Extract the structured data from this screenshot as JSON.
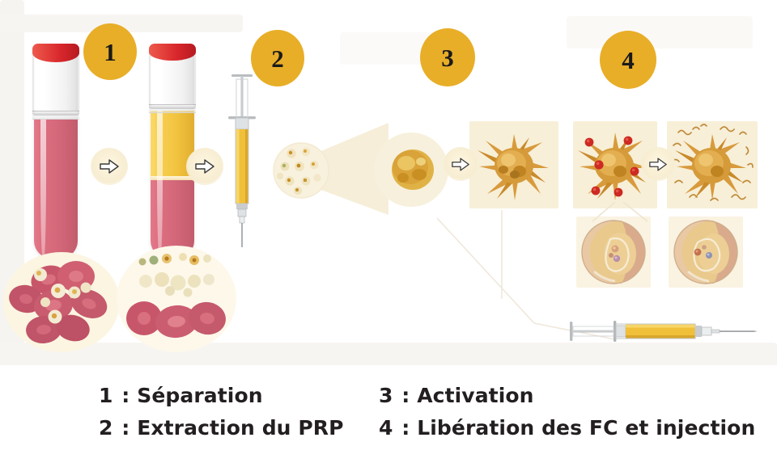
{
  "figure": {
    "kind": "prp-procedure-infographic",
    "language": "fr",
    "background_color": "#ffffff",
    "accent_color": "#e8ae28",
    "panel_color": "#f7efd8",
    "blood_color": "#d4687a",
    "plasma_color": "#f2c33f",
    "cap_color": "#cf2026"
  },
  "badges": [
    {
      "label": "1",
      "name": "step-badge-1"
    },
    {
      "label": "2",
      "name": "step-badge-2"
    },
    {
      "label": "3",
      "name": "step-badge-3"
    },
    {
      "label": "4",
      "name": "step-badge-4"
    }
  ],
  "stage1": {
    "tube_before": {
      "name": "blood-tube-whole",
      "cap_color": "#cf2026",
      "content": "whole blood",
      "content_color": "#d4687a"
    },
    "tube_after": {
      "name": "blood-tube-separated",
      "cap_color": "#cf2026",
      "plasma_layer_color": "#f2c33f",
      "red_cell_layer_color": "#d4687a"
    },
    "dish_whole": {
      "name": "blood-cells-whole",
      "caption": "red blood cells with platelets"
    },
    "dish_separated": {
      "name": "blood-cells-separated",
      "caption": "platelets separated above red blood cells"
    }
  },
  "stage2": {
    "syringe": {
      "name": "prp-extraction-syringe",
      "fluid_color": "#f0c03a",
      "orientation": "vertical"
    },
    "zoom_small": {
      "name": "platelet-field-circle",
      "platelet_count": 10
    },
    "zoom_large": {
      "name": "single-platelet-circle",
      "state": "resting"
    }
  },
  "stage3": {
    "panel": {
      "name": "activated-platelet-panel",
      "state": "activated"
    }
  },
  "stage4": {
    "panel_granules": {
      "name": "platelet-with-granules-panel",
      "granule_color": "#cc2a22",
      "granule_count": 6
    },
    "panel_release": {
      "name": "growth-factor-release-panel",
      "content": "growth factors released"
    },
    "inset_left": {
      "name": "granule-micrograph-left"
    },
    "inset_right": {
      "name": "granule-micrograph-right"
    },
    "injection_syringe": {
      "name": "injection-syringe",
      "fluid_color": "#f0c03a",
      "orientation": "horizontal"
    }
  },
  "arrows": [
    {
      "name": "arrow-tube-to-tube"
    },
    {
      "name": "arrow-tube-to-syringe"
    },
    {
      "name": "arrow-to-activation"
    },
    {
      "name": "arrow-to-release"
    }
  ],
  "legend": {
    "left_column": [
      {
        "number": "1",
        "separator": " : ",
        "text": "Séparation",
        "name": "legend-item-1"
      },
      {
        "number": "2",
        "separator": " : ",
        "text": "Extraction du PRP",
        "name": "legend-item-2"
      }
    ],
    "right_column": [
      {
        "number": "3",
        "separator": " : ",
        "text": "Activation",
        "name": "legend-item-3"
      },
      {
        "number": "4",
        "separator": " : ",
        "text": "Libération des FC et injection",
        "name": "legend-item-4"
      }
    ]
  }
}
